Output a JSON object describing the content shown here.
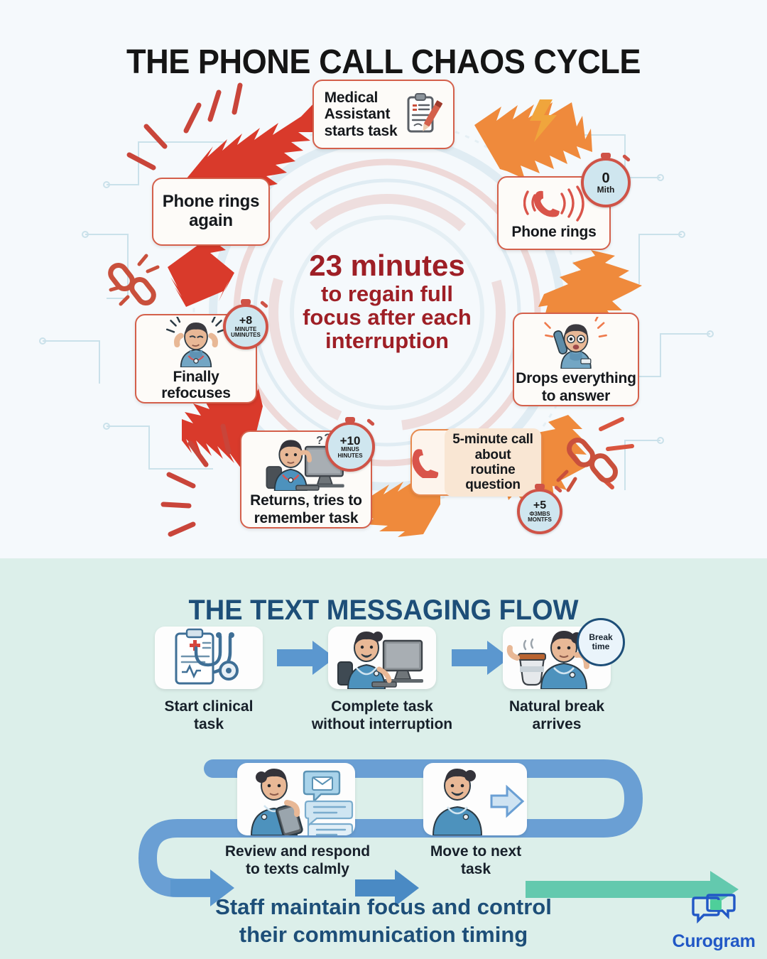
{
  "top": {
    "title": "THE PHONE CALL CHAOS CYCLE",
    "center": {
      "headline": "23 minutes",
      "sub_line1": "to regain full",
      "sub_line2": "focus after each",
      "sub_line3": "interruption",
      "accent_color": "#9e1f26"
    },
    "nodes": [
      {
        "id": "medical-assistant-starts-task",
        "line1": "Medical",
        "line2": "Assistant",
        "line3": "starts task",
        "icon": "clipboard-pen-icon"
      },
      {
        "id": "phone-rings",
        "line1": "Phone rings",
        "line2": "",
        "line3": "",
        "icon": "ringing-phone-icon"
      },
      {
        "id": "drops-everything-to-answer",
        "line1": "Drops everything",
        "line2": "to answer",
        "line3": "",
        "icon": "nurse-on-phone-icon"
      },
      {
        "id": "five-minute-call",
        "line1": "5-minute call",
        "line2": "about routine",
        "line3": "question",
        "icon": "speech-bubble-phone-icon"
      },
      {
        "id": "returns-tries-to-remember-task",
        "line1": "Returns, tries to",
        "line2": "remember task",
        "line3": "",
        "icon": "nurse-at-computer-icon"
      },
      {
        "id": "finally-refocuses",
        "line1": "Finally refocuses",
        "line2": "",
        "line3": "",
        "icon": "nurse-headache-icon"
      },
      {
        "id": "phone-rings-again",
        "line1": "Phone rings",
        "line2": "again",
        "line3": "",
        "icon": "none"
      }
    ],
    "badges": [
      {
        "id": "badge-zero",
        "value": "0",
        "unit": "Mith"
      },
      {
        "id": "badge-plus-five",
        "value": "+5",
        "unit1": "Ф3MBS",
        "unit2": "MONTFS"
      },
      {
        "id": "badge-plus-ten",
        "value": "+10",
        "unit1": "MINUS",
        "unit2": "HINUTES"
      },
      {
        "id": "badge-plus-eight",
        "value": "+8",
        "unit1": "MINUTE",
        "unit2": "UMINUTES"
      }
    ],
    "background_color": "#f5f9fc",
    "node_border_color": "#d4604b",
    "arrow_color_red": "#d93a2b",
    "arrow_color_orange": "#ef8a3c"
  },
  "bottom": {
    "title": "THE TEXT MESSAGING FLOW",
    "title_color": "#1d4e78",
    "background_color": "#dcefea",
    "connector_color": "#6a9fd4",
    "end_arrow_color": "#63c9ae",
    "steps_row1": [
      {
        "id": "start-clinical-task",
        "line1": "Start clinical",
        "line2": "task",
        "icon": "clipboard-stethoscope-icon"
      },
      {
        "id": "complete-task-without-interruption",
        "line1": "Complete task",
        "line2": "without interruption",
        "icon": "nurse-computer-happy-icon"
      },
      {
        "id": "natural-break-arrives",
        "line1": "Natural break",
        "line2": "arrives",
        "icon": "nurse-coffee-icon"
      }
    ],
    "steps_row2": [
      {
        "id": "review-and-respond-to-texts-calmly",
        "line1": "Review and respond",
        "line2": "to texts calmly",
        "icon": "nurse-phone-texts-icon"
      },
      {
        "id": "move-to-next-task",
        "line1": "Move to next",
        "line2": "task",
        "icon": "nurse-arrow-icon"
      }
    ],
    "break_badge": {
      "line1": "Break",
      "line2": "time"
    },
    "tagline_line1": "Staff maintain focus and control",
    "tagline_line2": "their communication timing",
    "logo": {
      "name": "Curogram",
      "icon": "chat-bubbles-icon",
      "color": "#2158c6",
      "accent": "#4ecf9a"
    }
  }
}
